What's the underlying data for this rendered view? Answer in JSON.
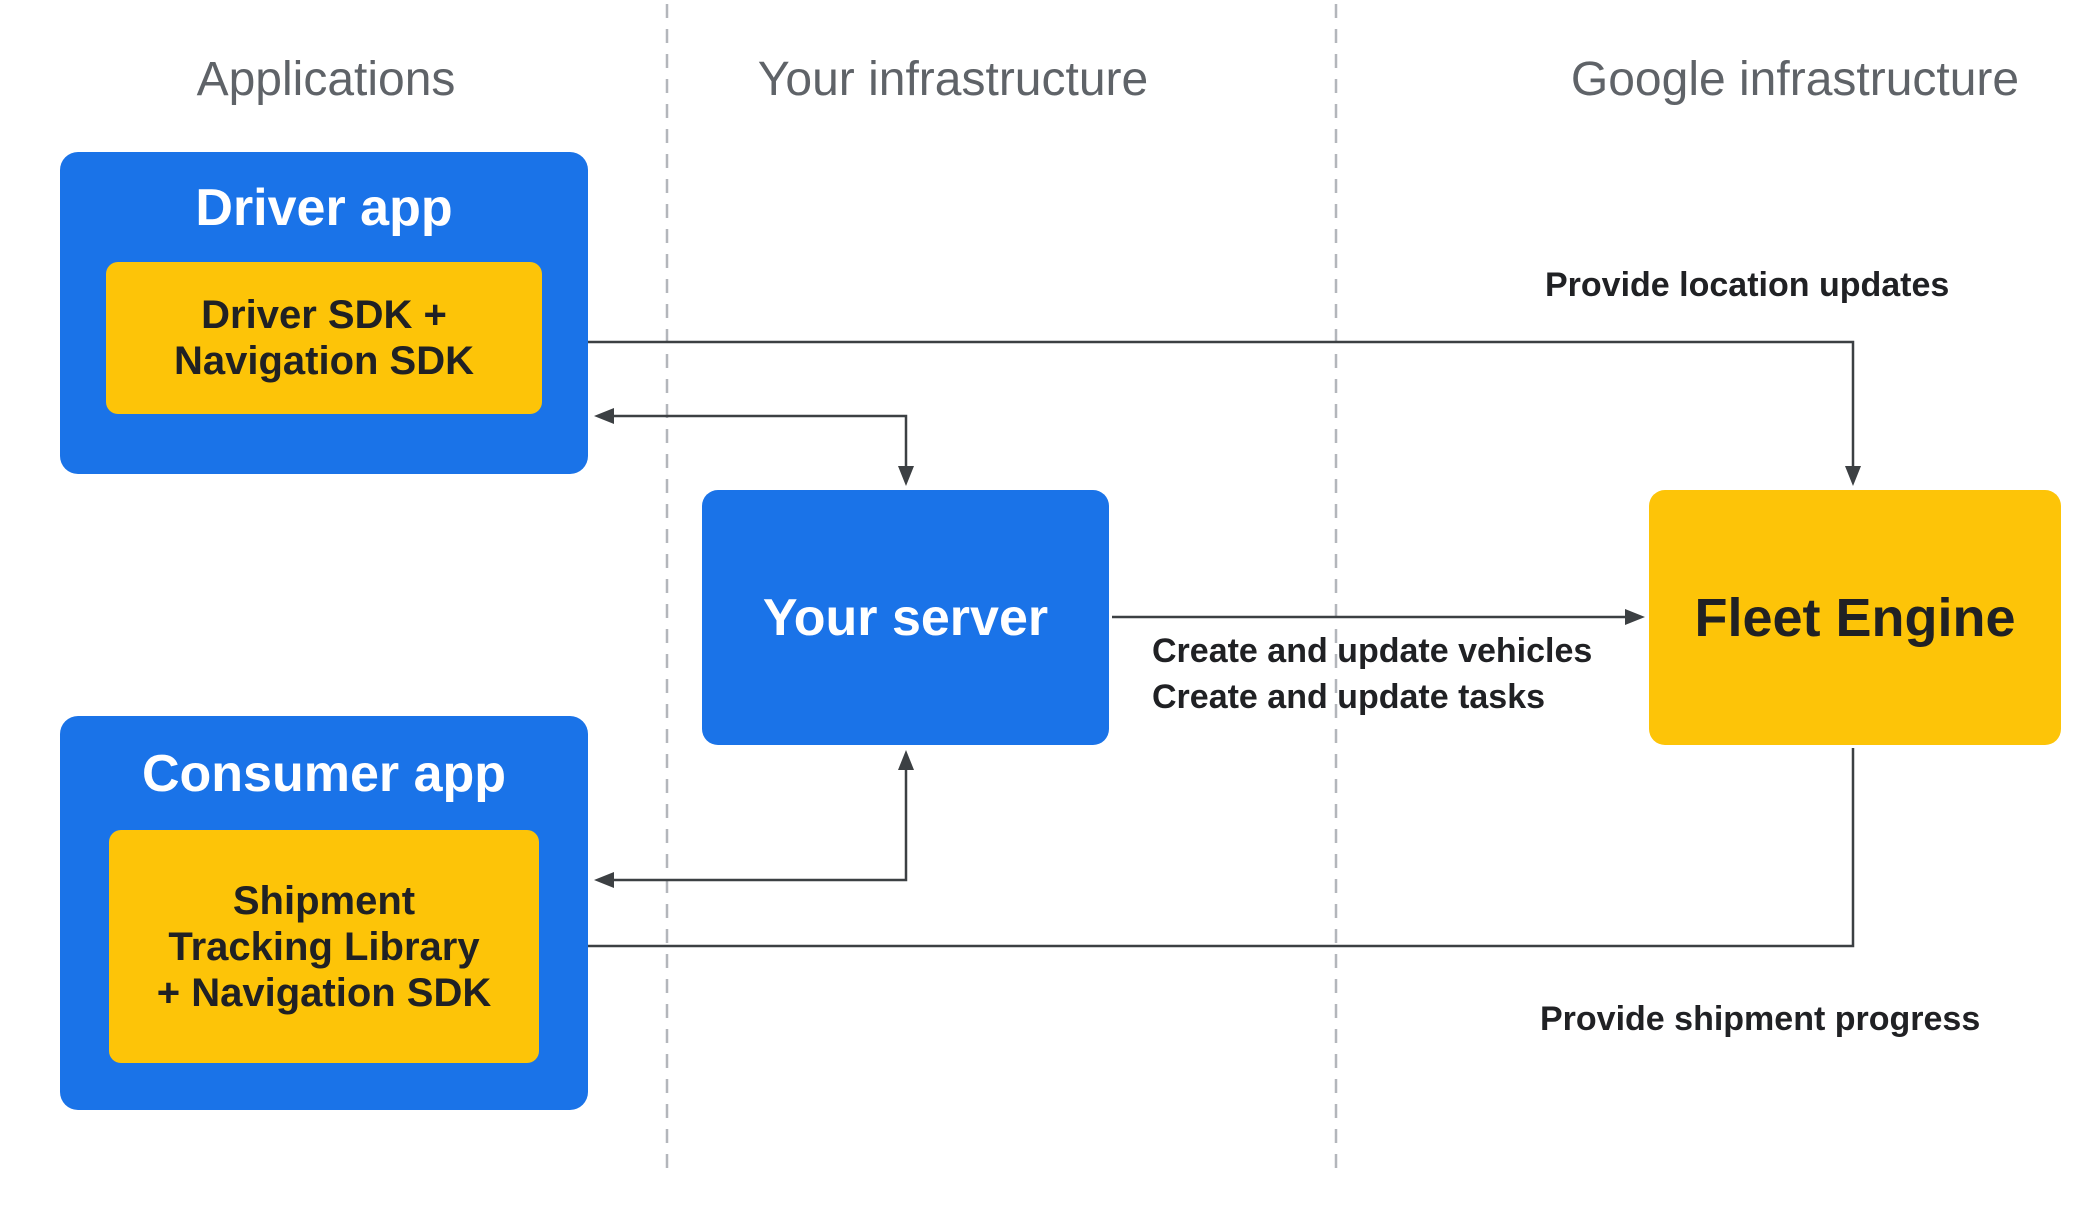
{
  "diagram": {
    "columns": {
      "applications": "Applications",
      "your_infrastructure": "Your infrastructure",
      "google_infrastructure": "Google infrastructure"
    },
    "nodes": {
      "driver_app": {
        "title": "Driver app",
        "component": "Driver SDK +\nNavigation SDK"
      },
      "consumer_app": {
        "title": "Consumer app",
        "component": "Shipment\nTracking Library\n+ Navigation SDK"
      },
      "your_server": {
        "title": "Your server"
      },
      "fleet_engine": {
        "title": "Fleet Engine"
      }
    },
    "edges": {
      "provide_location_updates": "Provide location updates",
      "create_update_vehicles": "Create and update vehicles",
      "create_update_tasks": "Create and update tasks",
      "provide_shipment_progress": "Provide shipment progress"
    },
    "colors": {
      "app_blue": "#1A73E8",
      "component_yellow": "#FDC408",
      "arrow_gray": "#3C4043",
      "divider_gray": "#B3B6BB",
      "header_gray": "#5F6368"
    }
  }
}
